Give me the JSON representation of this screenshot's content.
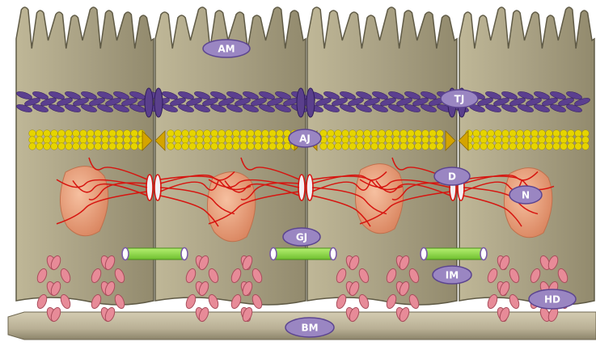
{
  "labels": {
    "am": "AM",
    "tj": "TJ",
    "aj": "AJ",
    "d": "D",
    "n": "N",
    "gj": "GJ",
    "im": "IM",
    "hd": "HD",
    "bm": "BM"
  },
  "colors": {
    "cell_fill": "#a9a184",
    "cell_stroke": "#5f5a45",
    "tight_junction": "#5b3f8f",
    "adherens_belt": "#e6d400",
    "adherens_wedge": "#d4a400",
    "desmosome_filament": "#d7140f",
    "nucleus": "#eea07b",
    "gap_junction": "#8fd84a",
    "gap_junction_cap": "#7a5aa6",
    "hemidesmosome": "#e78b98",
    "basement_membrane": "#bdb49a",
    "label_fill": "#9a86c2",
    "label_stroke": "#5c4590"
  }
}
